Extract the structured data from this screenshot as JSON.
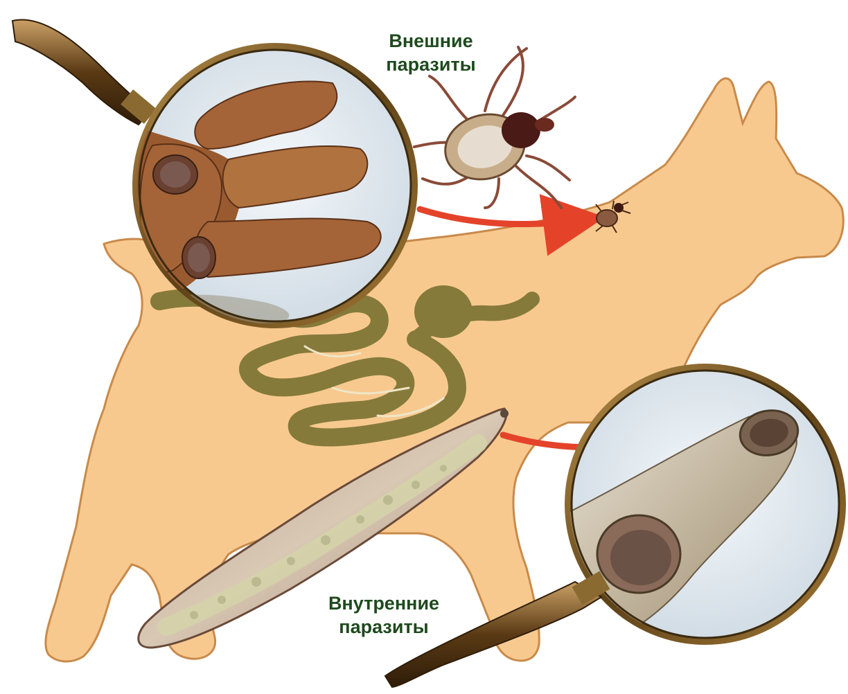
{
  "labels": {
    "external_line1": "Внешние",
    "external_line2": "паразиты",
    "internal_line1": "Внутренние",
    "internal_line2": "паразиты"
  },
  "colors": {
    "dog_silhouette": "#f8c98f",
    "dog_outline": "#c88a4a",
    "intestine": "#857a3a",
    "arrow": "#e4432a",
    "label_text": "#1e4a1e",
    "magnifier_rim": "#6f5220",
    "tick_body": "#c8ad8a",
    "tick_head": "#4a1a16",
    "worm_body": "#cdb49e"
  },
  "icons": [
    "magnifying-glass-icon",
    "tick-icon",
    "tapeworm-icon",
    "arrow-icon"
  ]
}
